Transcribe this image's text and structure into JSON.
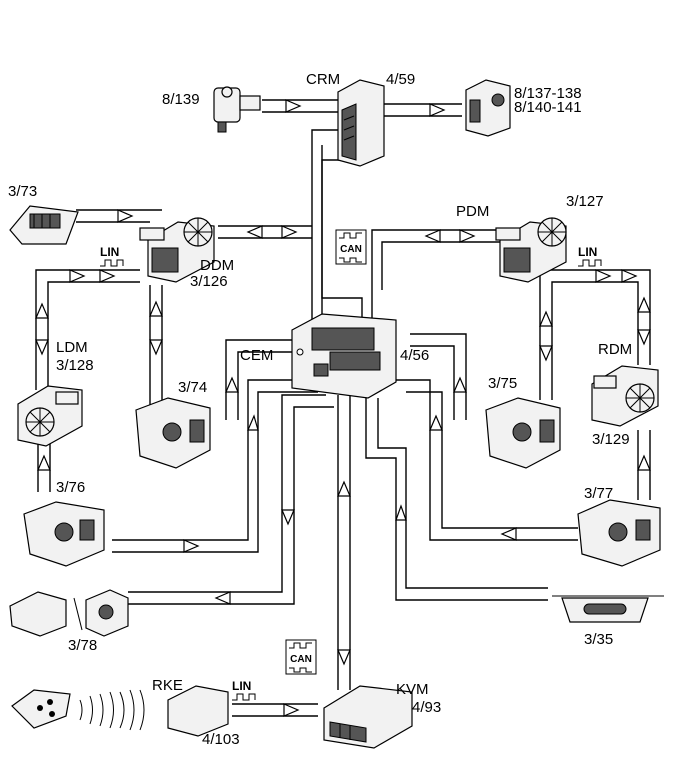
{
  "modules": {
    "crm": "CRM",
    "ddm": "DDM",
    "pdm": "PDM",
    "ldm": "LDM",
    "rdm": "RDM",
    "cem": "CEM",
    "rke": "RKE",
    "kvm": "KVM"
  },
  "refs": {
    "r_4_59": "4/59",
    "r_8_139": "8/139",
    "r_8_137": "8/137-138",
    "r_8_140": "8/140-141",
    "r_3_73": "3/73",
    "r_3_126": "3/126",
    "r_3_127": "3/127",
    "r_3_128": "3/128",
    "r_3_74": "3/74",
    "r_4_56": "4/56",
    "r_3_75": "3/75",
    "r_3_129": "3/129",
    "r_3_76": "3/76",
    "r_3_77": "3/77",
    "r_3_78": "3/78",
    "r_3_35": "3/35",
    "r_4_103": "4/103",
    "r_4_93": "4/93"
  },
  "bus_labels": {
    "lin": "LIN",
    "can": "CAN"
  }
}
